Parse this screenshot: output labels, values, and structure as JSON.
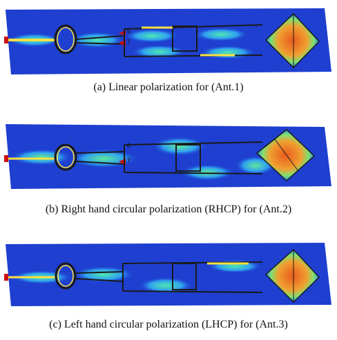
{
  "panels": [
    {
      "caption": "(a) Linear polarization for (Ant.1)",
      "port_labels": [
        "6",
        "7"
      ]
    },
    {
      "caption": "(b) Right hand circular polarization (RHCP) for (Ant.2)",
      "port_labels": [
        "6",
        "7"
      ]
    },
    {
      "caption": "(c) Left hand circular polarization (LHCP) for (Ant.3)",
      "port_labels": []
    }
  ],
  "colors": {
    "background_field": "#1e3fd0",
    "high_field": "#e8501e",
    "mid_field": "#3fe0a0",
    "trace": "#1a1a1a",
    "feed": "#cc1111"
  }
}
